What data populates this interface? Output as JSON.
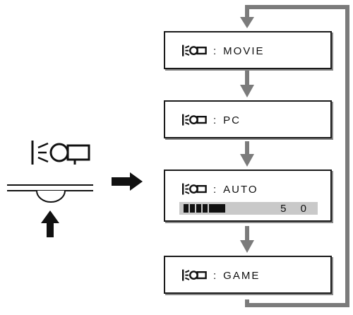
{
  "icon": "brightness-mode-icon",
  "modes": [
    {
      "label": "MOVIE"
    },
    {
      "label": "PC"
    },
    {
      "label": "AUTO",
      "bar_value": "5 0",
      "bar_fill_fraction": 0.35
    },
    {
      "label": "GAME"
    }
  ],
  "separator": ":",
  "colors": {
    "arrow_gray": "#7b7b7b",
    "bar_bg": "#c9c9c9",
    "ink": "#111111"
  }
}
